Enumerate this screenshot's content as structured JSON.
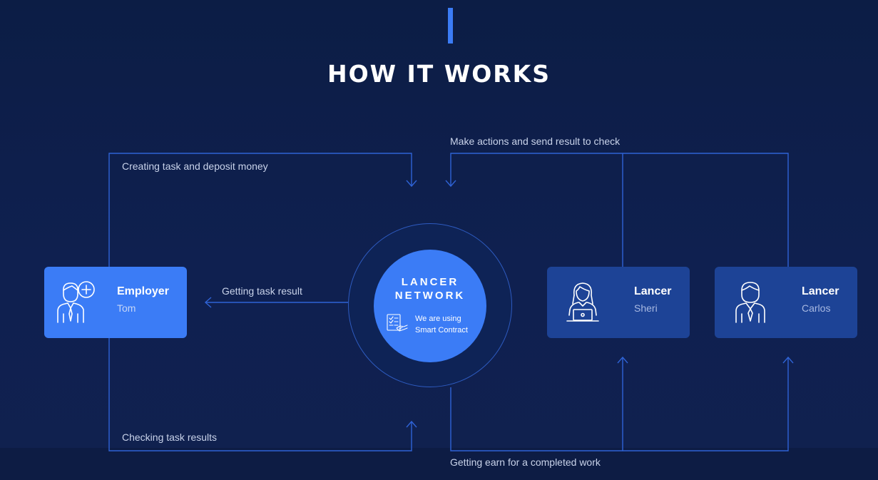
{
  "header": {
    "title": "HOW IT WORKS"
  },
  "flows": {
    "create_task": "Creating task and deposit money",
    "make_actions": "Make actions and send result to check",
    "getting_result": "Getting task result",
    "checking_results": "Checking task results",
    "getting_earn": "Getting earn for a completed work"
  },
  "employer": {
    "role": "Employer",
    "name": "Tom"
  },
  "network": {
    "title_line1": "LANCER",
    "title_line2": "NETWORK",
    "note_line1": "We are using",
    "note_line2": "Smart Contract"
  },
  "lancers": [
    {
      "role": "Lancer",
      "name": "Sheri"
    },
    {
      "role": "Lancer",
      "name": "Carlos"
    }
  ],
  "colors": {
    "background": "#0c1d45",
    "accent": "#3b7cf6",
    "lancer_card": "#1d4396",
    "line": "#2f63d6"
  },
  "icons": {
    "employer": "add-user-icon",
    "network": "smart-contract-icon",
    "lancer_sheri": "woman-laptop-icon",
    "lancer_carlos": "man-tie-icon"
  }
}
